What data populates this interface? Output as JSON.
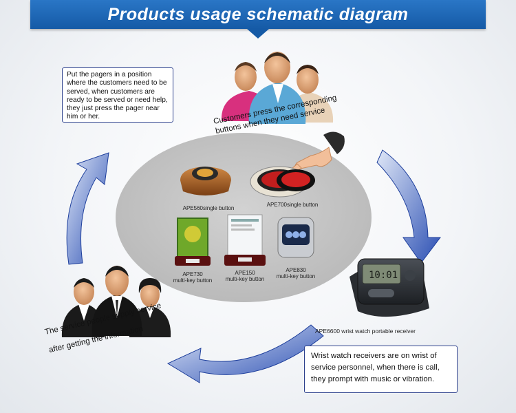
{
  "header": {
    "title": "Products usage schematic diagram"
  },
  "notes": {
    "placement": "Put the pagers in a position where the customers need to be served, when customers are ready to be served or need help, they just press the pager near him or her.",
    "receiver": "Wrist watch receivers are on wrist of service personnel, when there is call, they prompt with music or vibration."
  },
  "captions": {
    "customers_line1": "Customers press the corresponding",
    "customers_line2": "buttons when they need service",
    "service_line1": "The service people supply service",
    "service_line2": "after getting the information"
  },
  "products": {
    "ape560": "APE560single button",
    "ape700": "APE700single button",
    "ape730_model": "APE730",
    "ape730_type": "multi-key button",
    "ape150_model": "APE150",
    "ape150_type": "multi-key button",
    "ape830_model": "APE830",
    "ape830_type": "multi-key button"
  },
  "receiver": {
    "label": "APE6600 wrist watch portable receiver",
    "display_time": "10:01"
  },
  "colors": {
    "banner": "#1b63b1",
    "arrow": "#2f52b5",
    "oval": "#c7c7c7",
    "note_border": "#2b3f8c"
  }
}
